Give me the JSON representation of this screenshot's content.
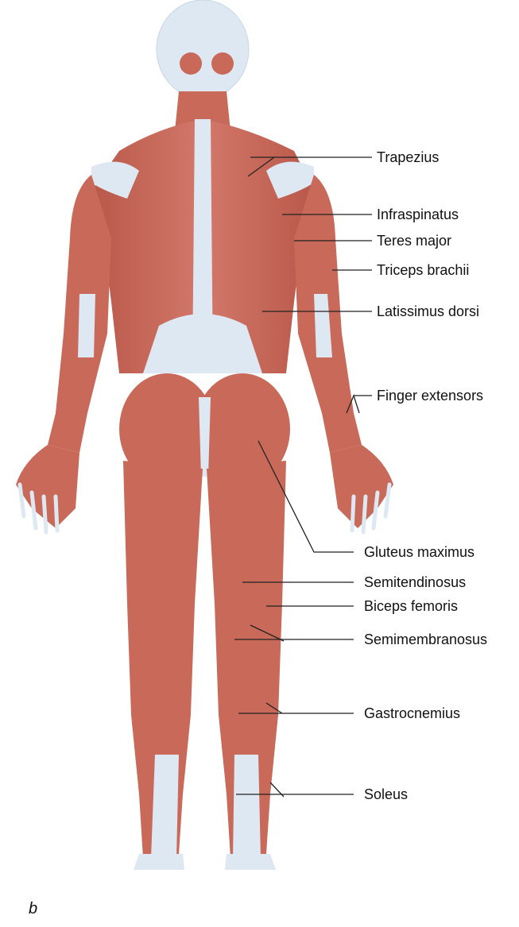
{
  "labels": {
    "trapezius": "Trapezius",
    "infraspinatus": "Infraspinatus",
    "teres_major": "Teres major",
    "triceps_brachii": "Triceps brachii",
    "latissimus_dorsi": "Latissimus dorsi",
    "finger_extensors": "Finger extensors",
    "gluteus_maximus": "Gluteus maximus",
    "semitendinosus": "Semitendinosus",
    "biceps_femoris": "Biceps femoris",
    "semimembranosus": "Semimembranosus",
    "gastrocnemius": "Gastrocnemius",
    "soleus": "Soleus"
  },
  "panel_letter": "b",
  "colors": {
    "muscle": "#c9695a",
    "muscle_dark": "#a8493d",
    "tendon": "#dde8f3",
    "skin_head": "#dfe9f3",
    "leader_line": "#222222"
  }
}
